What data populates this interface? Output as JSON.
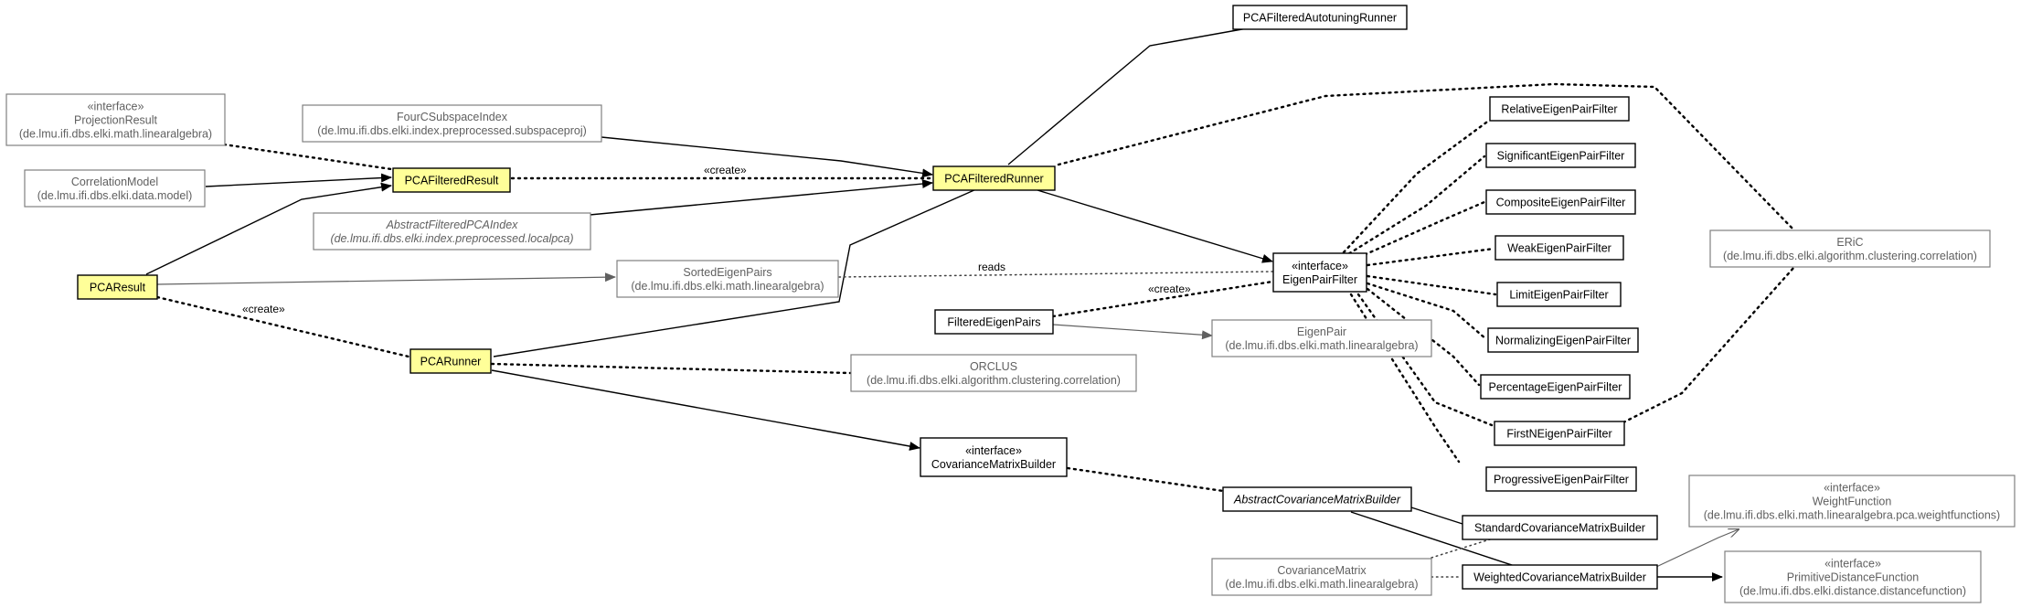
{
  "nodes": {
    "pcafilteredautotuningrunner": {
      "lines": [
        "PCAFilteredAutotuningRunner"
      ]
    },
    "projectionresult": {
      "lines": [
        "«interface»",
        "ProjectionResult",
        "(de.lmu.ifi.dbs.elki.math.linearalgebra)"
      ]
    },
    "foursubspaceindex": {
      "lines": [
        "FourCSubspaceIndex",
        "(de.lmu.ifi.dbs.elki.index.preprocessed.subspaceproj)"
      ]
    },
    "correlationmodel": {
      "lines": [
        "CorrelationModel",
        "(de.lmu.ifi.dbs.elki.data.model)"
      ]
    },
    "pcafilteredresult": {
      "lines": [
        "PCAFilteredResult"
      ]
    },
    "pcafilteredrunner": {
      "lines": [
        "PCAFilteredRunner"
      ]
    },
    "abstractfilteredpcaindex": {
      "lines": [
        "AbstractFilteredPCAIndex",
        "(de.lmu.ifi.dbs.elki.index.preprocessed.localpca)"
      ]
    },
    "pcaresult": {
      "lines": [
        "PCAResult"
      ]
    },
    "sortedeigenpairs": {
      "lines": [
        "SortedEigenPairs",
        "(de.lmu.ifi.dbs.elki.math.linearalgebra)"
      ]
    },
    "eigenpairfilter": {
      "lines": [
        "«interface»",
        "EigenPairFilter"
      ]
    },
    "filteredeigenpairs": {
      "lines": [
        "FilteredEigenPairs"
      ]
    },
    "eigenpair": {
      "lines": [
        "EigenPair",
        "(de.lmu.ifi.dbs.elki.math.linearalgebra)"
      ]
    },
    "pcarunner": {
      "lines": [
        "PCARunner"
      ]
    },
    "orclus": {
      "lines": [
        "ORCLUS",
        "(de.lmu.ifi.dbs.elki.algorithm.clustering.correlation)"
      ]
    },
    "covariancematrixbuilder": {
      "lines": [
        "«interface»",
        "CovarianceMatrixBuilder"
      ]
    },
    "abstractcovariancematrixbuilder": {
      "lines": [
        "AbstractCovarianceMatrixBuilder"
      ]
    },
    "standardcovariancematrixbuilder": {
      "lines": [
        "StandardCovarianceMatrixBuilder"
      ]
    },
    "weightedcovariancematrixbuilder": {
      "lines": [
        "WeightedCovarianceMatrixBuilder"
      ]
    },
    "covariancematrix": {
      "lines": [
        "CovarianceMatrix",
        "(de.lmu.ifi.dbs.elki.math.linearalgebra)"
      ]
    },
    "relativeeigenpairfilter": {
      "lines": [
        "RelativeEigenPairFilter"
      ]
    },
    "significanteigenpairfilter": {
      "lines": [
        "SignificantEigenPairFilter"
      ]
    },
    "compositeeigenpairfilter": {
      "lines": [
        "CompositeEigenPairFilter"
      ]
    },
    "weakeigenpairfilter": {
      "lines": [
        "WeakEigenPairFilter"
      ]
    },
    "limiteigenpairfilter": {
      "lines": [
        "LimitEigenPairFilter"
      ]
    },
    "normalizingeigenpairfilter": {
      "lines": [
        "NormalizingEigenPairFilter"
      ]
    },
    "percentageeigenpairfilter": {
      "lines": [
        "PercentageEigenPairFilter"
      ]
    },
    "firstneigenpairfilter": {
      "lines": [
        "FirstNEigenPairFilter"
      ]
    },
    "progressiveeigenpairfilter": {
      "lines": [
        "ProgressiveEigenPairFilter"
      ]
    },
    "eric": {
      "lines": [
        "ERiC",
        "(de.lmu.ifi.dbs.elki.algorithm.clustering.correlation)"
      ]
    },
    "weightfunction": {
      "lines": [
        "«interface»",
        "WeightFunction",
        "(de.lmu.ifi.dbs.elki.math.linearalgebra.pca.weightfunctions)"
      ]
    },
    "primitivedistancefunction": {
      "lines": [
        "«interface»",
        "PrimitiveDistanceFunction",
        "(de.lmu.ifi.dbs.elki.distance.distancefunction)"
      ]
    }
  },
  "edge_labels": {
    "create_result": "«create»",
    "create_pcaresult": "«create»",
    "reads": "reads",
    "create_filtered": "«create»"
  },
  "colors": {
    "highlight": "#ffff99",
    "external": "#808080",
    "line": "#000000"
  }
}
